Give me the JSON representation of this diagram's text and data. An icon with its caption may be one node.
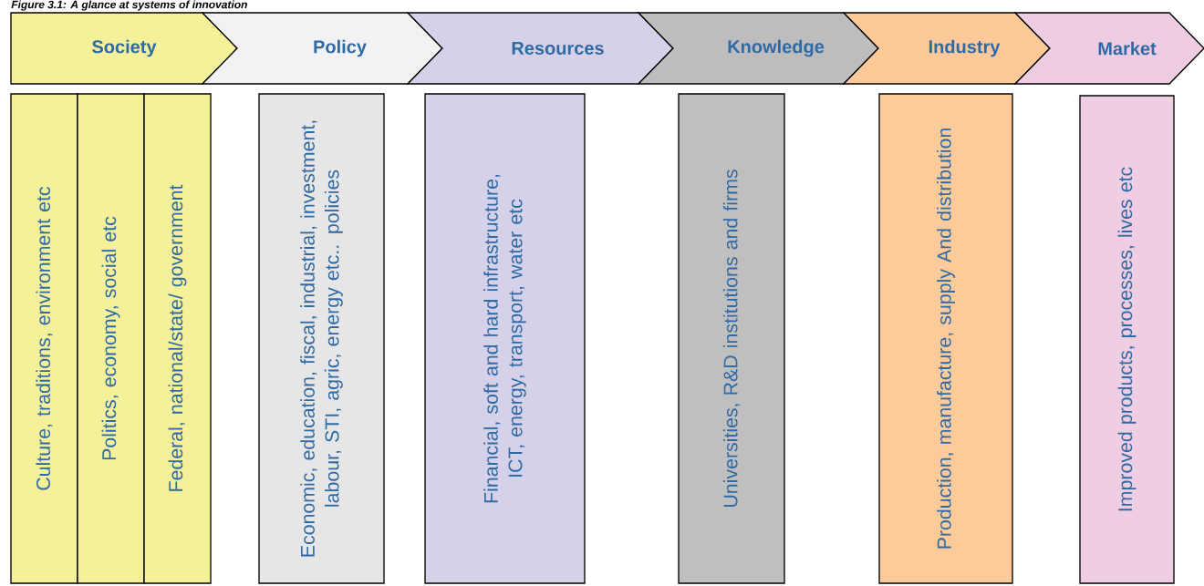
{
  "diagram": {
    "title": "Figure 3.1: A glance at systems of innovation",
    "nodes": [
      {
        "text": [
          "Society"
        ]
      },
      {
        "text": [
          "Policy"
        ]
      },
      {
        "text": [
          "Resources"
        ]
      },
      {
        "text": [
          "Knowledge"
        ]
      },
      {
        "text": [
          "Industry"
        ]
      },
      {
        "text": [
          "Market"
        ]
      },
      {
        "text": [
          "Culture, traditions, environment etc"
        ]
      },
      {
        "text": [
          "Politics, economy, social etc"
        ]
      },
      {
        "text": [
          "Federal, national/state/ government"
        ]
      },
      {
        "text": [
          "Economic, education, fiscal, industrial, investment, labour, STI, agric, energy etc.. policies"
        ]
      },
      {
        "text": [
          "Financial, soft and hard infrastructure, ICT, energy, transport, water etc"
        ]
      },
      {
        "text": [
          "Universities, R&D institutions and firms"
        ]
      },
      {
        "text": [
          "Production, manufacture, supply And distribution"
        ]
      },
      {
        "text": [
          "Improved products, processes, lives etc"
        ]
      }
    ]
  }
}
